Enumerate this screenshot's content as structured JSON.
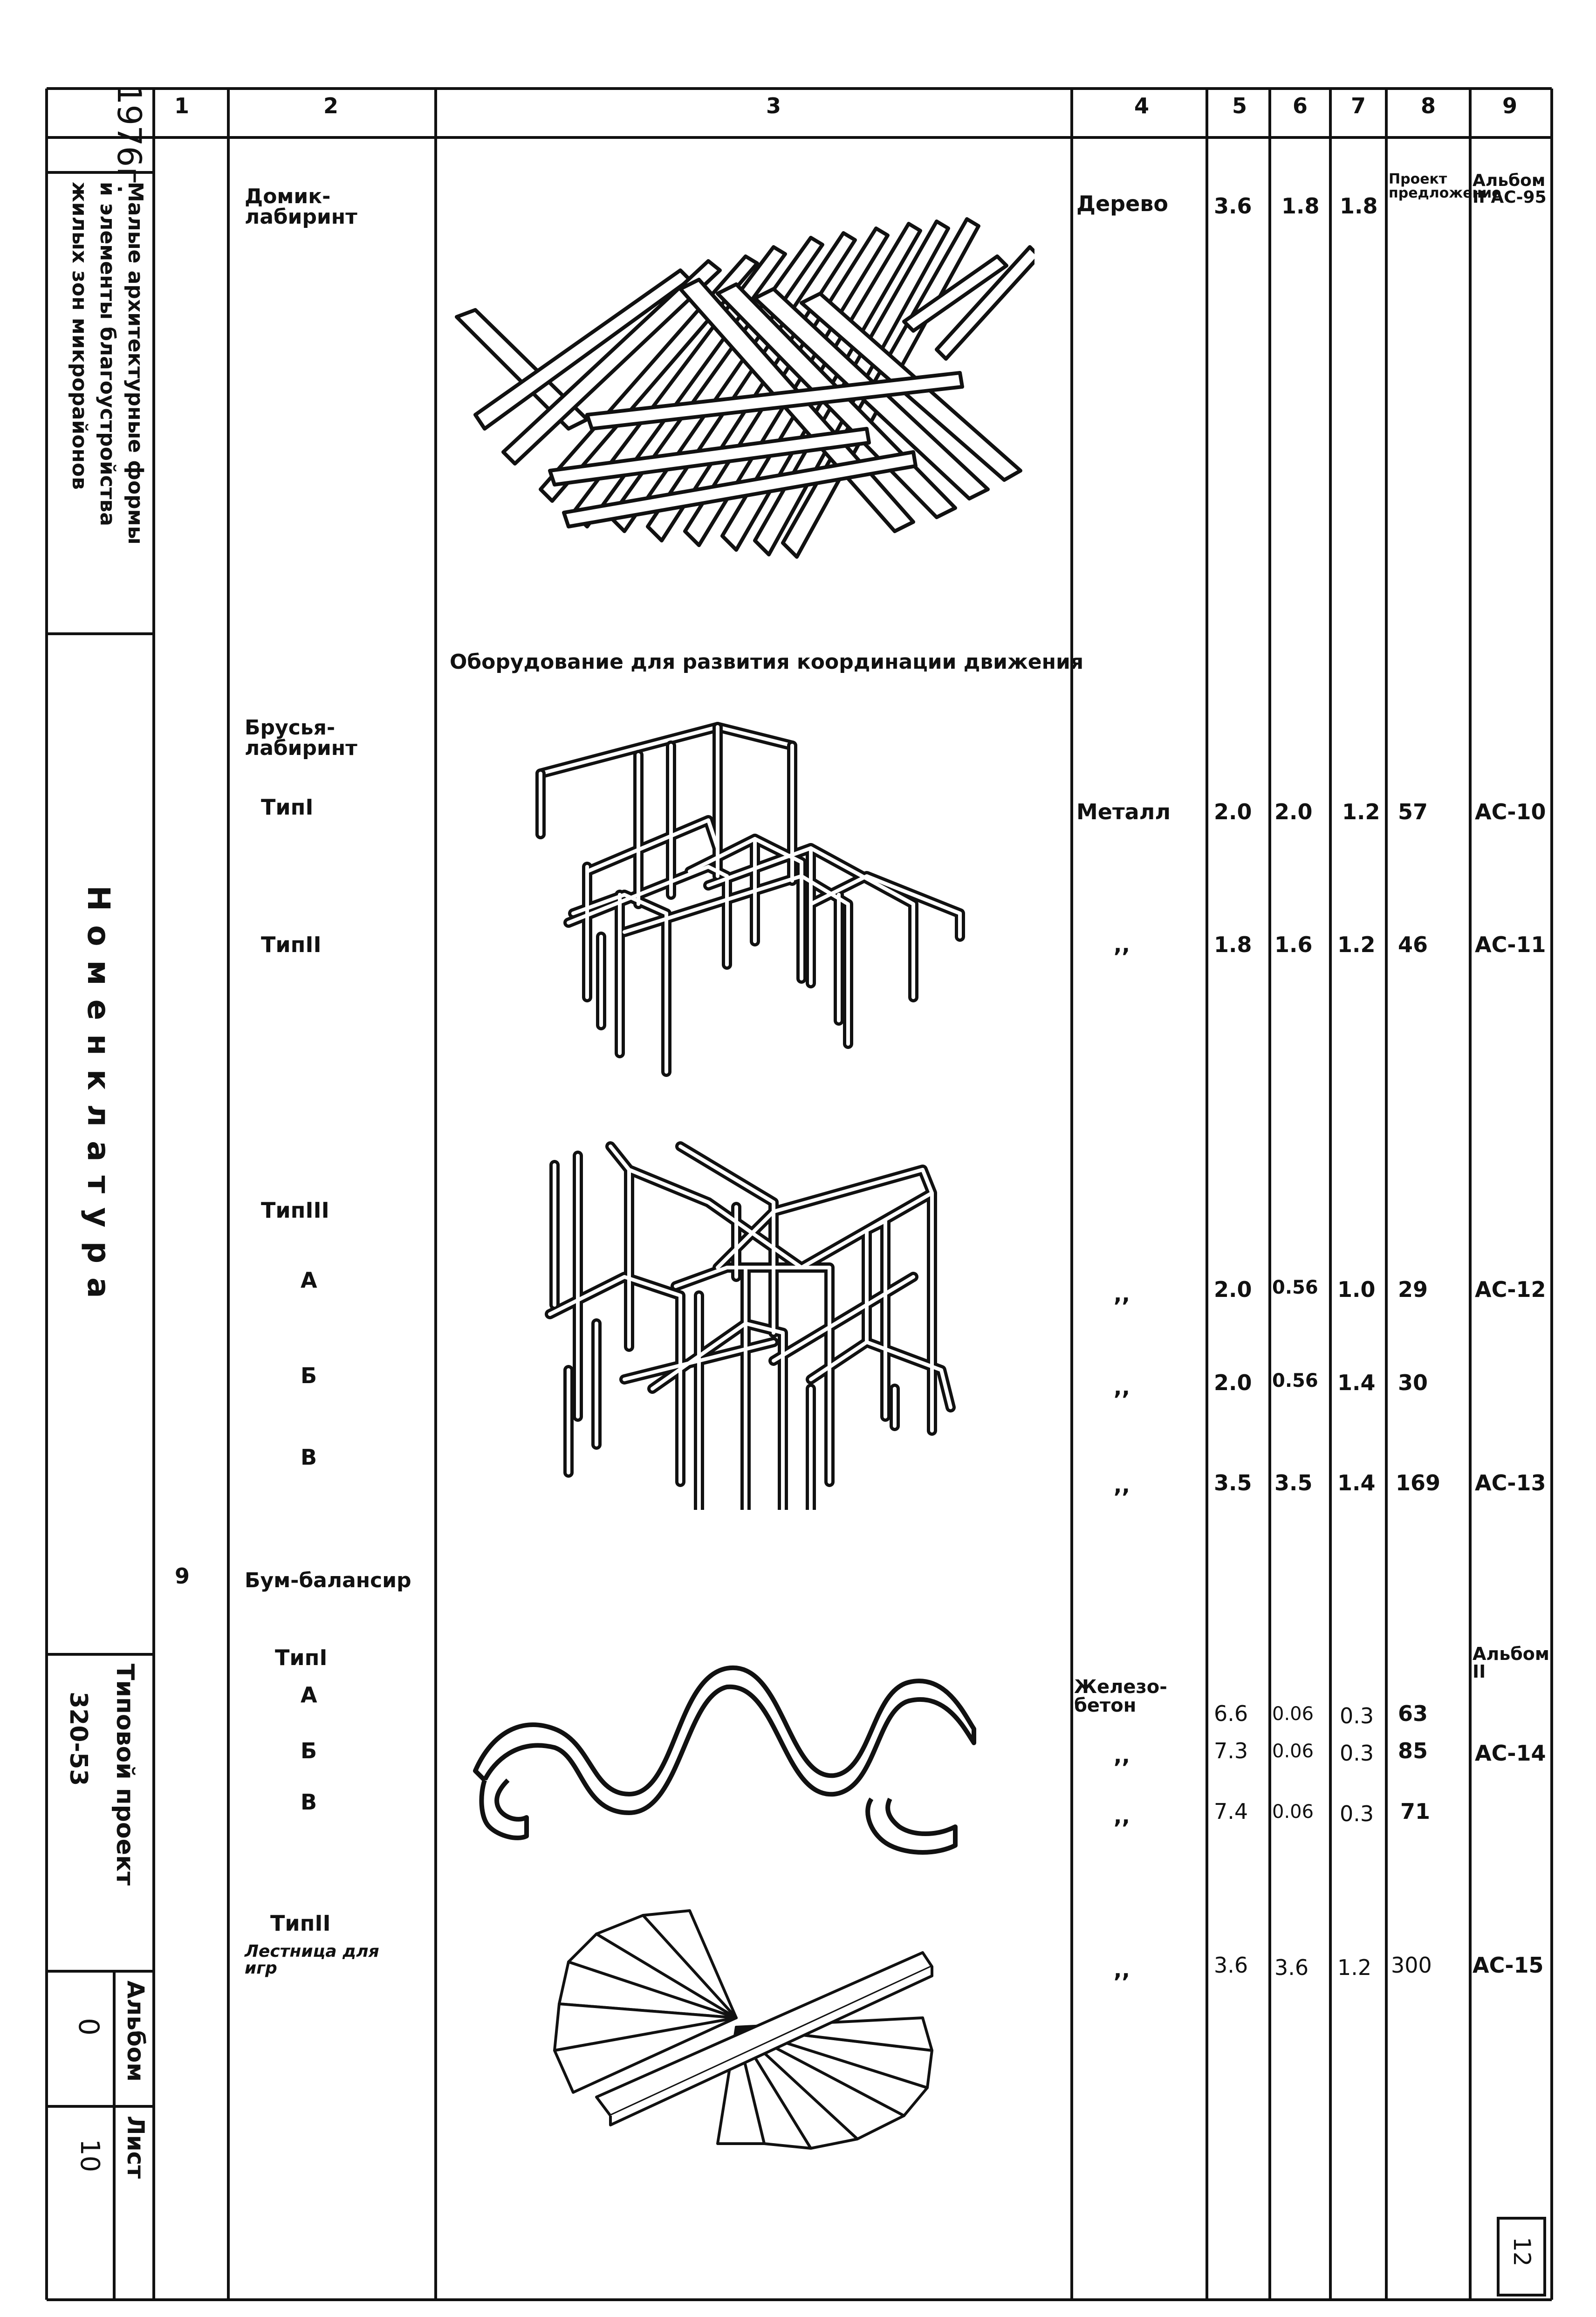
{
  "side": {
    "year": "1976г.",
    "title_lines": [
      "Малые архитектурные формы",
      "и элементы благоустройства",
      "жилых зон микрорайонов"
    ],
    "section": "Номенклатура",
    "project_label": "Типовой проект",
    "project_no": "320-53",
    "album_label": "Альбом",
    "album_no": "0",
    "sheet_label": "Лист",
    "sheet_no": "10"
  },
  "columns": [
    "1",
    "2",
    "3",
    "4",
    "5",
    "6",
    "7",
    "8",
    "9"
  ],
  "section_heading": "Оборудование для развития координации движения",
  "row_num": "9",
  "rows": {
    "domik": {
      "name": "Домик-лабиринт",
      "material": "Дерево",
      "c5": "3.6",
      "c6": "1.8",
      "c7": "1.8",
      "c8": "Проект предложение",
      "c9": "Альбом II АС-95"
    },
    "brusya": {
      "name": "Брусья-лабиринт"
    },
    "t1": {
      "name": "ТипI",
      "material": "Металл",
      "c5": "2.0",
      "c6": "2.0",
      "c7": "1.2",
      "c8": "57",
      "c9": "АС-10"
    },
    "t2": {
      "name": "ТипII",
      "material": ",,",
      "c5": "1.8",
      "c6": "1.6",
      "c7": "1.2",
      "c8": "46",
      "c9": "АС-11"
    },
    "t3": {
      "name": "ТипIII"
    },
    "t3a": {
      "name": "А",
      "material": ",,",
      "c5": "2.0",
      "c6": "0.56",
      "c7": "1.0",
      "c8": "29",
      "c9": "АС-12"
    },
    "t3b": {
      "name": "Б",
      "material": ",,",
      "c5": "2.0",
      "c6": "0.56",
      "c7": "1.4",
      "c8": "30",
      "c9": ""
    },
    "t3v": {
      "name": "В",
      "material": ",,",
      "c5": "3.5",
      "c6": "3.5",
      "c7": "1.4",
      "c8": "169",
      "c9": "АС-13"
    },
    "bum": {
      "name": "Бум-балансир",
      "type": "ТипI",
      "album": "Альбом II"
    },
    "bum_a": {
      "name": "А",
      "material": "Железо-бетон",
      "c5": "6.6",
      "c6": "0.06",
      "c7": "0.3",
      "c8": "63",
      "c9": ""
    },
    "bum_b": {
      "name": "Б",
      "material": ",,",
      "c5": "7.3",
      "c6": "0.06",
      "c7": "0.3",
      "c8": "85",
      "c9": "АС-14"
    },
    "bum_v": {
      "name": "В",
      "material": ",,",
      "c5": "7.4",
      "c6": "0.06",
      "c7": "0.3",
      "c8": "71",
      "c9": ""
    },
    "lest": {
      "type": "ТипII",
      "name": "Лестница для игр",
      "material": ",,",
      "c5": "3.6",
      "c6": "3.6",
      "c7": "1.2",
      "c8": "300",
      "c9": "АС-15"
    }
  },
  "page_no": "12"
}
